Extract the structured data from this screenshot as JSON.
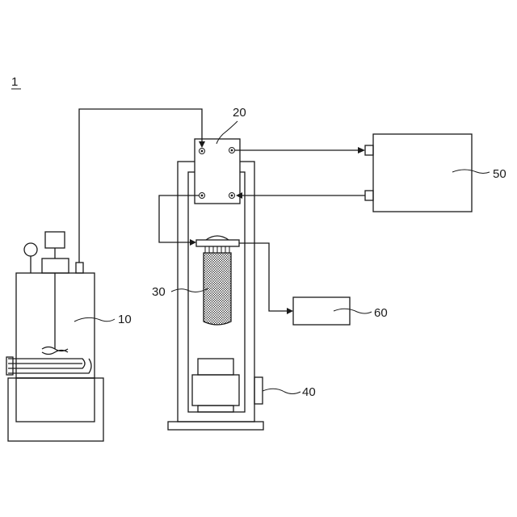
{
  "figure": {
    "number": "1",
    "reference_numerals": {
      "vessel": "10",
      "manifold": "20",
      "filter": "30",
      "motor": "40",
      "controller": "50",
      "sensor": "60"
    }
  }
}
